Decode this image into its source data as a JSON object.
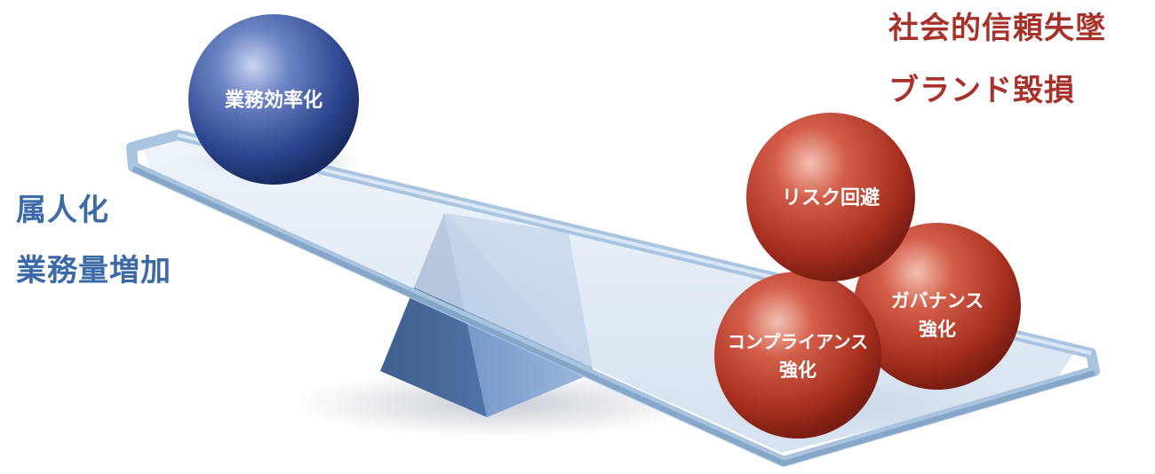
{
  "left_labels": {
    "line1": "属人化",
    "line2": "業務量増加"
  },
  "right_labels": {
    "line1": "社会的信頼失墜",
    "line2": "ブランド毀損"
  },
  "balls": {
    "efficiency": "業務効率化",
    "risk_avoidance": "リスク回避",
    "compliance_line1": "コンプライアンス",
    "compliance_line2": "強化",
    "governance_line1": "ガバナンス",
    "governance_line2": "強化"
  },
  "colors": {
    "left_text": "#3b6aa6",
    "right_text": "#a8322a",
    "blue_ball": "#2f4a8f",
    "red_ball": "#b23a2c",
    "beam": "#a9c4df",
    "fulcrum": "#5b84b8"
  }
}
